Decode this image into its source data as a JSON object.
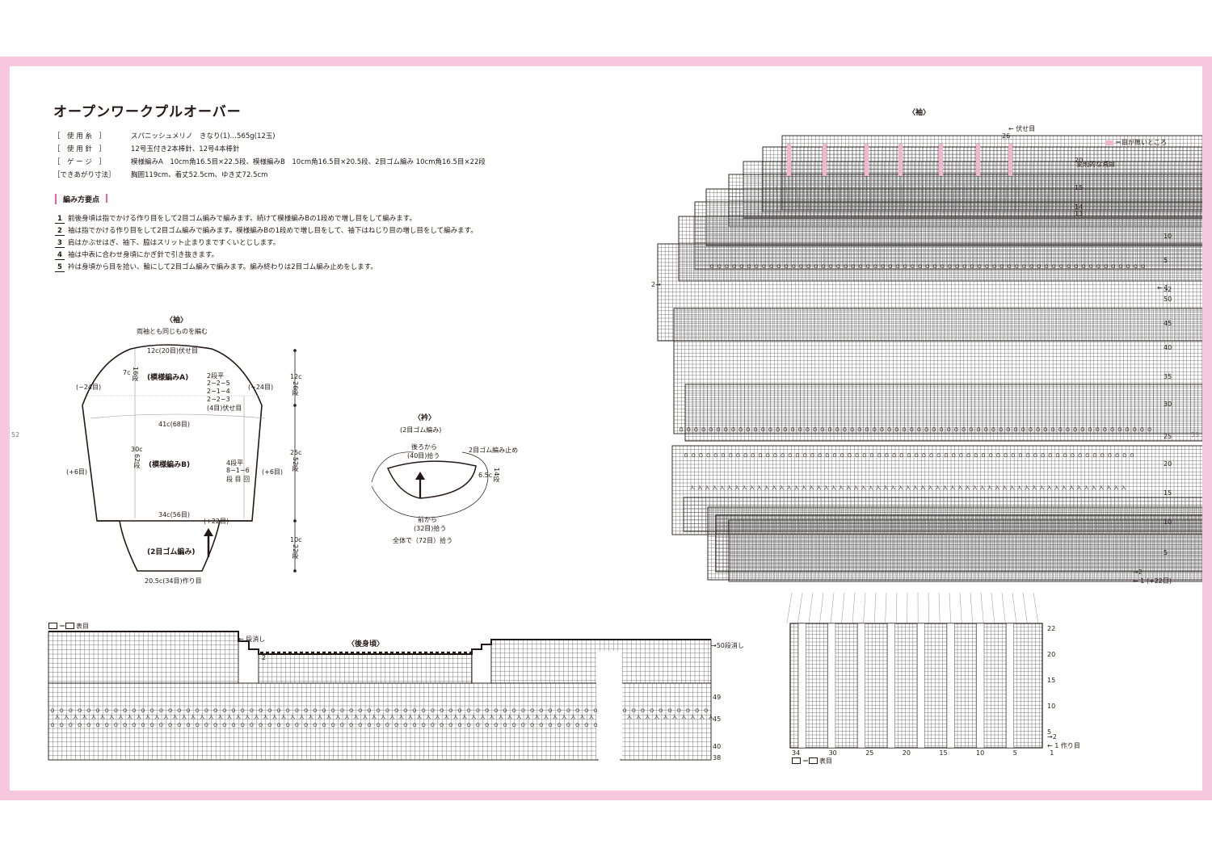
{
  "title": "オープンワークプルオーバー",
  "specs": [
    {
      "key": "［　使 用 糸　］",
      "value": "スパニッシュメリノ　きなり(1)…565g(12玉)"
    },
    {
      "key": "［　使 用 針　］",
      "value": "12号玉付き2本棒針、12号4本棒針"
    },
    {
      "key": "［　ゲ ー ジ　］",
      "value": "模様編みA　10cm角16.5目×22.5段、模様編みB　10cm角16.5目×20.5段、2目ゴム編み 10cm角16.5目×22段"
    },
    {
      "key": "［できあがり寸法］",
      "value": "胸囲119cm、着丈52.5cm、ゆき丈72.5cm"
    }
  ],
  "howto_heading": "編み方要点",
  "steps": [
    {
      "n": "1",
      "text": "前後身頃は指でかける作り目をして2目ゴム編みで編みます。続けて模様編みBの1段めで増し目をして編みます。"
    },
    {
      "n": "2",
      "text": "袖は指でかける作り目をして2目ゴム編みで編みます。模様編みBの1段めで増し目をして、袖下はねじり目の増し目をして編みます。"
    },
    {
      "n": "3",
      "text": "肩はかぶせはぎ、袖下、脇はスリット止まりまですくいとじします。"
    },
    {
      "n": "4",
      "text": "袖は中表に合わせ身頃にかぎ針で引き抜きます。"
    },
    {
      "n": "5",
      "text": "衿は身頃から目を拾い、輪にして2目ゴム編みで編みます。編み終わりは2目ゴム編み止めをします。"
    }
  ],
  "sleeve_schematic": {
    "title": "〈袖〉",
    "note": "両袖とも同じものを編む",
    "top": "12c(20目)伏せ目",
    "pattern_a": "(模様編みA)",
    "pattern_b": "(模様編みB)",
    "ribbing": "(2目ゴム編み)",
    "cap_height": "7c",
    "cap_rows": "16段",
    "dec_left": "(−24目)",
    "dec_right": "(−24目)",
    "cap_dec": [
      "2段平",
      "2−2−5",
      "2−1−4",
      "2−2−3",
      "(4目)伏せ目"
    ],
    "width_41": "41c(68目)",
    "len_30": "30c",
    "rows_62": "62段",
    "inc_left": "(+6目)",
    "inc_right": "(+6目)",
    "inc_table": [
      "4段平",
      "8−1−6",
      "段 目 回"
    ],
    "width_34": "34c(56目)",
    "plus22": "(+22目)",
    "cast_on": "20.5c(34目)作り目",
    "side_12c": "12c",
    "side_26": "26段",
    "side_25c": "25c",
    "side_52": "52段",
    "side_10c": "10c",
    "side_22": "22段"
  },
  "collar_schematic": {
    "title": "〈衿〉",
    "pattern": "(2目ゴム編み)",
    "from_back": "後ろから",
    "back_pick": "(40目)拾う",
    "bind_off": "2目ゴム編み止め",
    "height": "6.5c",
    "rows": "14段",
    "from_front": "前から",
    "front_pick": "(32目)拾う",
    "total": "全体で（72目）拾う"
  },
  "back_chart": {
    "title": "〈後身頃〉",
    "legend": "＝",
    "legend_text": "表目",
    "note_bindoff": "← 段消し",
    "note_50": "→50段消し",
    "row_labels": [
      "49",
      "45",
      "40",
      "38"
    ],
    "two": "2"
  },
  "sleeve_chart": {
    "title": "〈袖〉",
    "bind_off": "← 伏せ目",
    "legend_pink": "＝目が無いところ",
    "irregular": "変則的な減目",
    "row_top": "26",
    "rows_right": [
      "20",
      "15",
      "14",
      "13",
      "10",
      "5",
      "52",
      "50",
      "45",
      "40",
      "35",
      "30",
      "25",
      "20",
      "15",
      "10",
      "5"
    ],
    "left_marker": "2→",
    "right_1": "← 1",
    "inc22": "← 1 (+22目)",
    "to2": "→2",
    "rib_rows": [
      "22",
      "20",
      "15",
      "10",
      "5"
    ],
    "rib_to2": "→2",
    "rib_cast": "← 1 作り目",
    "rib_cols": [
      "34",
      "30",
      "25",
      "20",
      "15",
      "10",
      "5",
      "1"
    ],
    "legend": "＝",
    "legend_text": "表目"
  },
  "page_left": "52",
  "page_right": "53"
}
